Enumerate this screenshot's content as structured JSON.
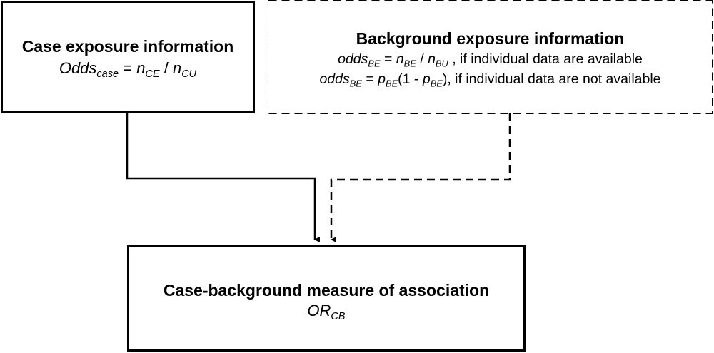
{
  "nodes": {
    "case": {
      "title": "Case exposure information",
      "formula": {
        "lhs": "Odds",
        "lhs_sub": "case",
        "eq": " = ",
        "n1": "n",
        "n1_sub": "CE",
        "div": " / ",
        "n2": "n",
        "n2_sub": "CU"
      },
      "border": "solid"
    },
    "background": {
      "title": "Background exposure information",
      "line1": {
        "lhs": "odds",
        "lhs_sub": "BE",
        "eq": " = ",
        "n1": "n",
        "n1_sub": "BE",
        "div": " / ",
        "n2": "n",
        "n2_sub": "BU",
        "suffix": " , if individual data are available"
      },
      "line2": {
        "lhs": "odds",
        "lhs_sub": "BE",
        "eq": " = ",
        "p1": "p",
        "p1_sub": "BE",
        "mid": "(1 - ",
        "p2": "p",
        "p2_sub": "BE",
        "suffix": "), if individual data are not available"
      },
      "border": "dashed"
    },
    "result": {
      "title": "Case-background measure of association",
      "formula": {
        "lhs": "OR",
        "lhs_sub": "CB"
      },
      "border": "solid"
    }
  },
  "edges": [
    {
      "from": "case",
      "to": "result",
      "style": "solid"
    },
    {
      "from": "background",
      "to": "result",
      "style": "dashed"
    }
  ],
  "colors": {
    "stroke": "#000000",
    "background": "#ffffff"
  }
}
